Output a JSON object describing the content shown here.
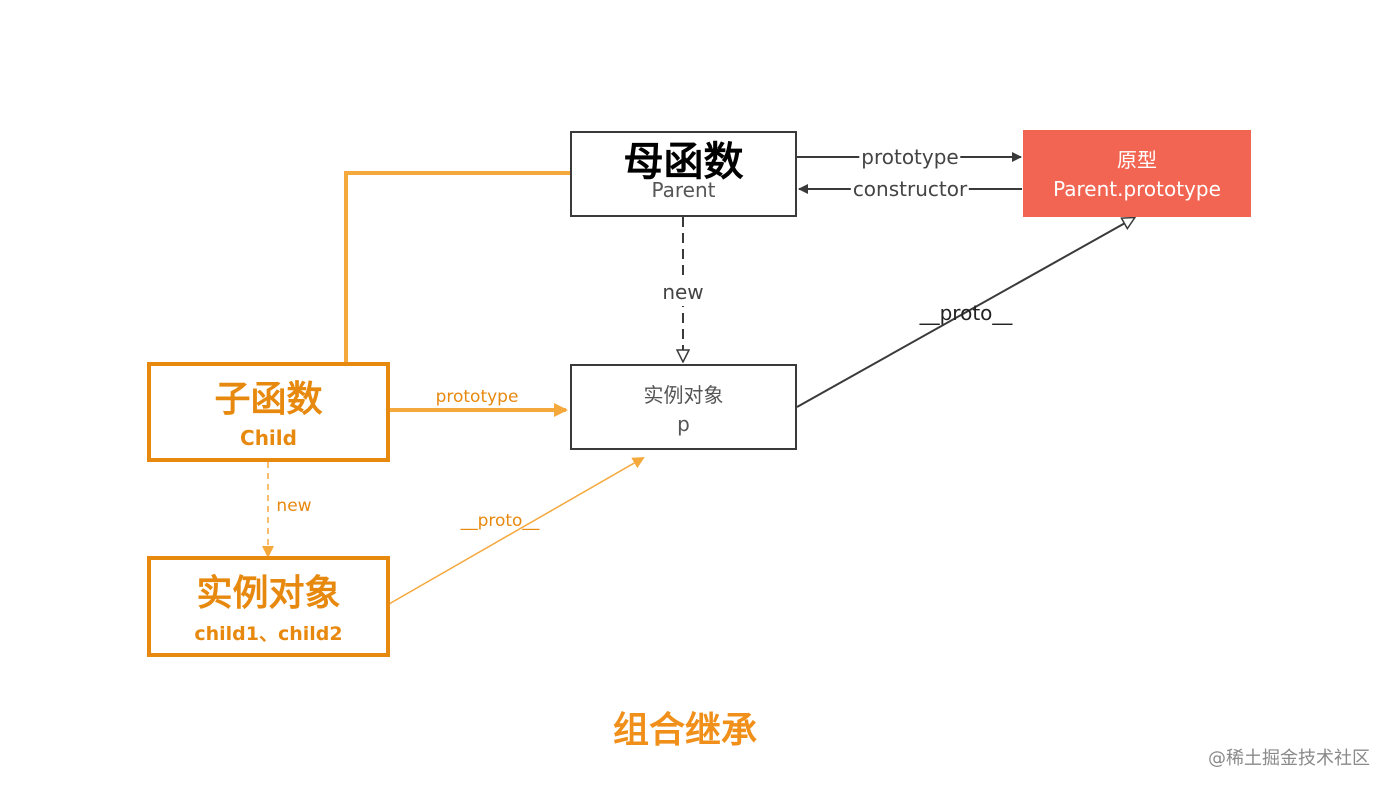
{
  "colors": {
    "orange": "#e8890f",
    "arrow_orange": "#f5a83c",
    "red": "#f26552",
    "gray": "#3a3a3a",
    "text_gray": "#555555"
  },
  "nodes": {
    "parent": {
      "title": "母函数",
      "subtitle": "Parent"
    },
    "prototype": {
      "title": "原型",
      "subtitle": "Parent.prototype"
    },
    "instance_p": {
      "title": "实例对象",
      "subtitle": "p"
    },
    "child": {
      "title": "子函数",
      "subtitle": "Child"
    },
    "child_instances": {
      "title": "实例对象",
      "subtitle": "child1、child2"
    }
  },
  "edges": {
    "parent_to_prototype": "prototype",
    "prototype_to_parent": "constructor",
    "parent_new": "new",
    "p_proto": "__proto__",
    "child_prototype": "prototype",
    "child_new": "new",
    "child_instances_proto": "__proto__"
  },
  "caption": "组合继承",
  "watermark": "@稀土掘金技术社区"
}
